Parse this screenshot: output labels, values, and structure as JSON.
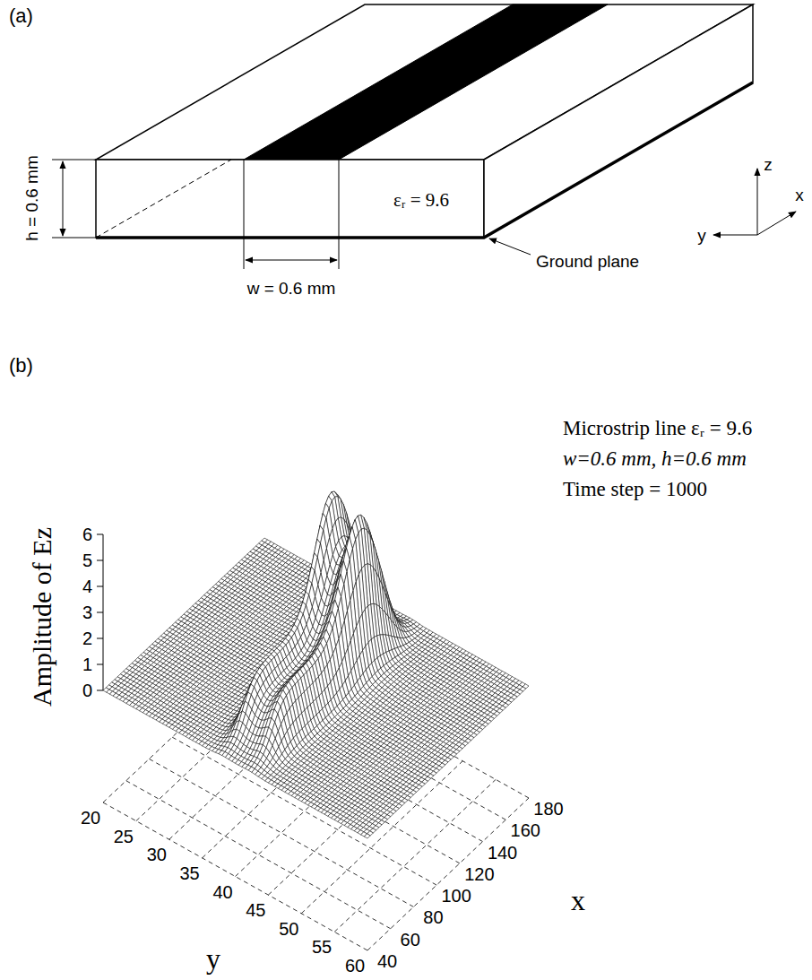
{
  "diagram": {
    "labels": [
      "(a)",
      "h = 0.6 mm",
      "εᵣ = 9.6",
      "Ground plane",
      "w = 0.6 mm",
      "z",
      "x",
      "y",
      "(b)",
      "Microstrip line εᵣ = 9.6",
      "w=0.6 mm, h=0.6 mm",
      "Time step = 1000",
      "Amplitude of Ez",
      "0",
      "1",
      "2",
      "3",
      "4",
      "5",
      "6",
      "20",
      "25",
      "30",
      "35",
      "40",
      "45",
      "50",
      "55",
      "60",
      "40",
      "60",
      "80",
      "100",
      "120",
      "140",
      "160",
      "180",
      "y",
      "x"
    ]
  }
}
